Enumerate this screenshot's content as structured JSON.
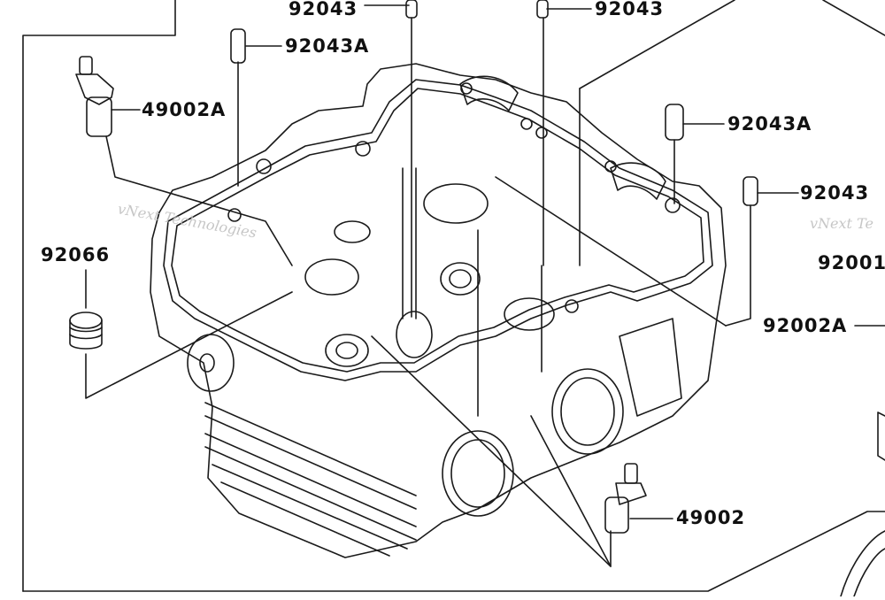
{
  "diagram": {
    "labels": {
      "p92043_top_center": "92043",
      "p92043_top_right": "92043",
      "p92043A_top": "92043A",
      "p49002A": "49002A",
      "p92043A_right": "92043A",
      "p92043_right": "92043",
      "p92066": "92066",
      "p92002_partial": "92001",
      "p92002A": "92002A",
      "p49002": "49002"
    },
    "watermarks": {
      "left": "vNext Technologies",
      "right": "vNext Te"
    }
  }
}
